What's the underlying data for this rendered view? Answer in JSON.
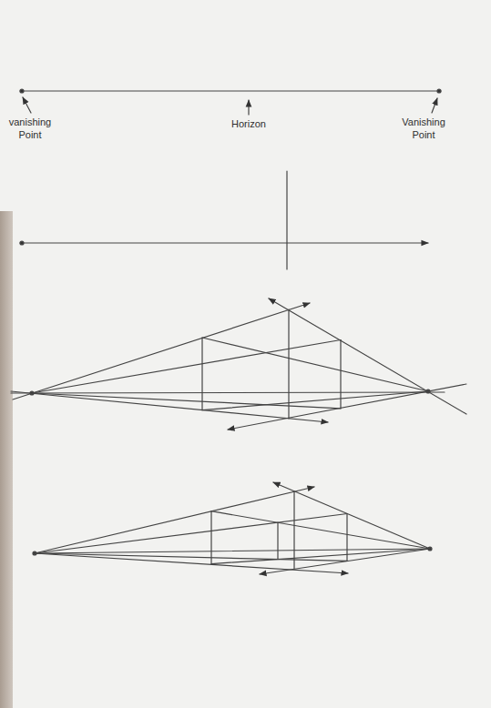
{
  "diagram": {
    "labels": [
      "vanishing Point",
      "Horizon",
      "Vanishing Point"
    ]
  }
}
